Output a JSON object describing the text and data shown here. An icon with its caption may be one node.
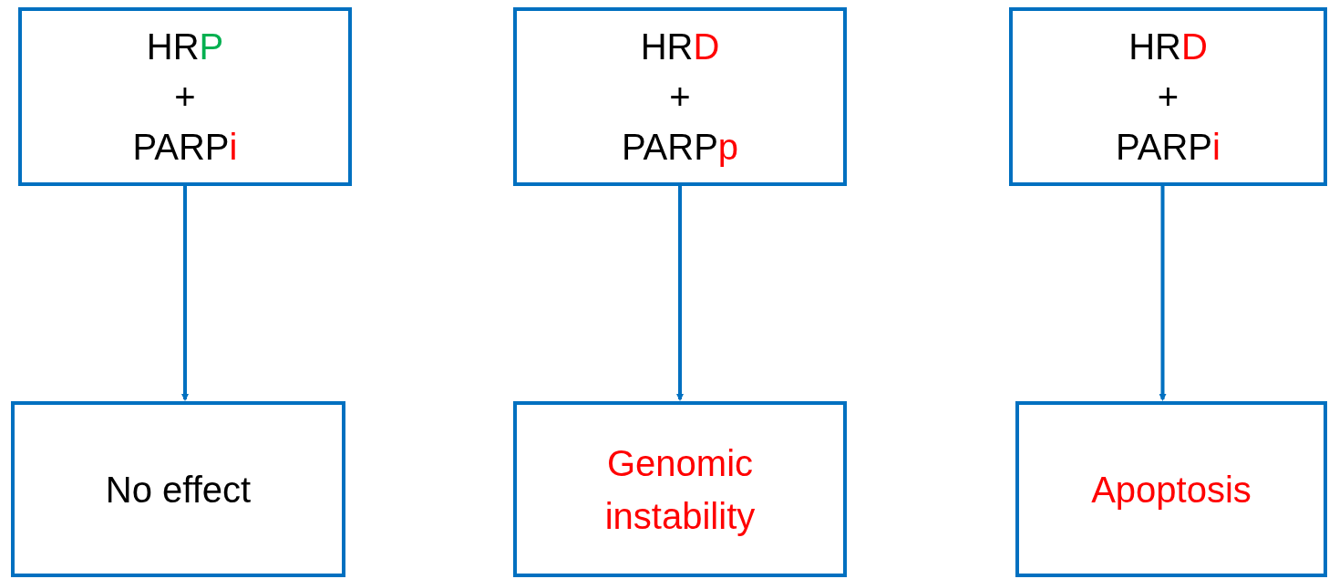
{
  "diagram": {
    "nodes": [
      {
        "text": [
          "HRP",
          "+",
          "PARPi"
        ]
      },
      {
        "text": [
          "HRD",
          "+",
          "PARPp"
        ]
      },
      {
        "text": [
          "HRD",
          "+",
          "PARPi"
        ]
      },
      {
        "text": [
          "No effect"
        ]
      },
      {
        "text": [
          "Genomic instability"
        ]
      },
      {
        "text": [
          "Apoptosis"
        ]
      }
    ],
    "edges": [
      {
        "from": 0,
        "to": 3,
        "arrow": "to"
      },
      {
        "from": 1,
        "to": 4,
        "arrow": "to"
      },
      {
        "from": 2,
        "to": 5,
        "arrow": "to"
      }
    ]
  }
}
